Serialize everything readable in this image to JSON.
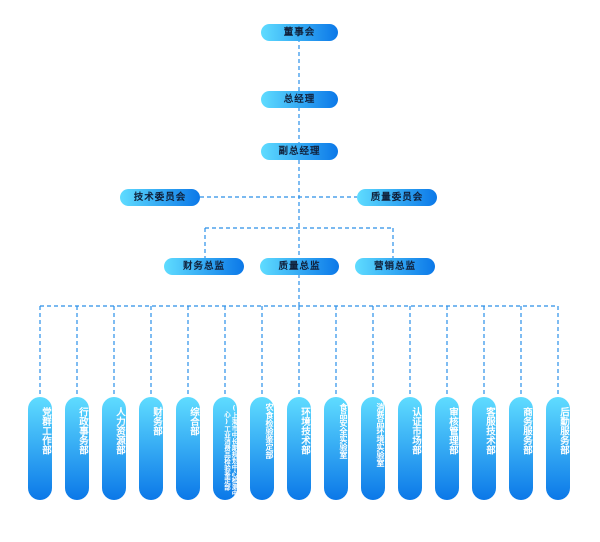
{
  "colors": {
    "line": "#2a8fe8",
    "box_start": "#5fdcff",
    "box_end": "#0b78e8"
  },
  "nodes": {
    "board": "董事会",
    "gm": "总经理",
    "deputy_gm": "副总经理",
    "tech_committee": "技术委员会",
    "quality_committee": "质量委员会",
    "finance_director": "财务总监",
    "quality_director": "质量总监",
    "marketing_director": "营销总监"
  },
  "departments": [
    "党群工作部",
    "行政事务部",
    "人力资源部",
    "财务部",
    "综合部",
    "(上海市中长期规划中心检测中心)工业消费品检验鉴定部",
    "农食检验鉴定部",
    "环境技术部",
    "食品安全实验室",
    "消费品环境实验室",
    "认证市场部",
    "审核管理部",
    "客服技术部",
    "商务服务部",
    "后勤服务部"
  ]
}
